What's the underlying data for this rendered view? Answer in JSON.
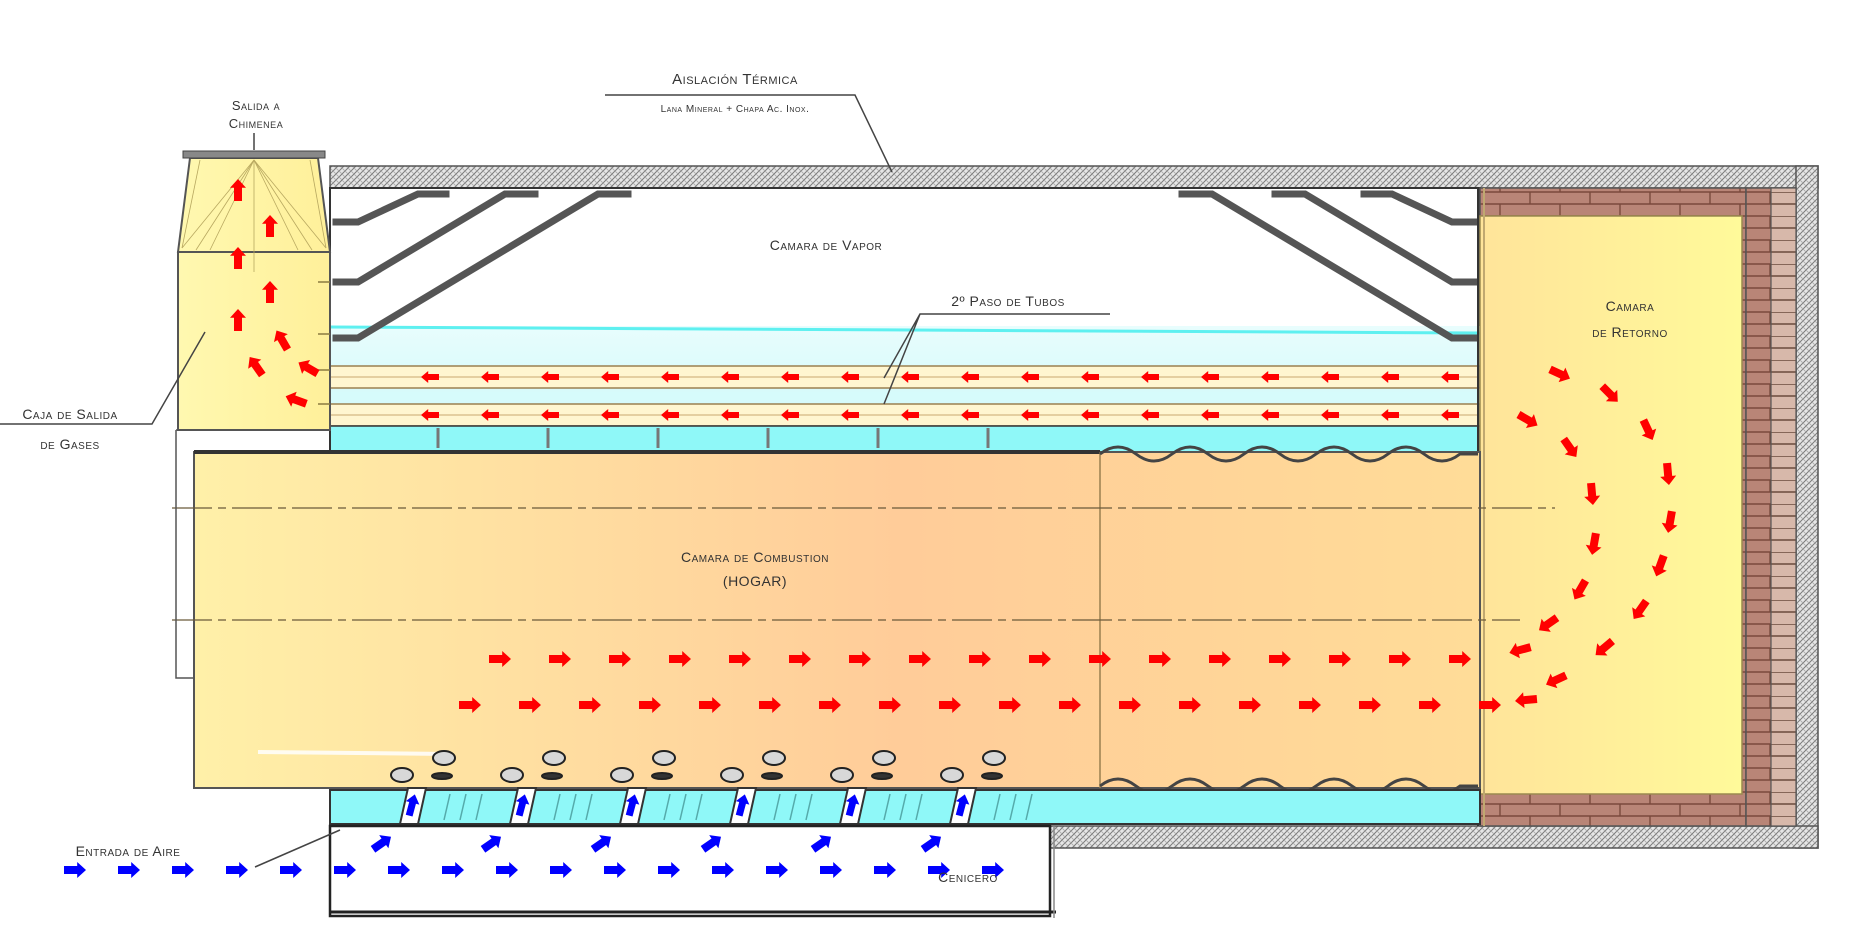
{
  "title": "Caldera humotubular - esquema de flujo de gases",
  "labels": {
    "insulation_title": "Aislación Térmica",
    "insulation_sub": "Lana Mineral + Chapa Ac. Inox.",
    "chimney_line1": "Salida a",
    "chimney_line2": "Chimenea",
    "gas_box_line1": "Caja de Salida",
    "gas_box_line2": "de Gases",
    "steam_chamber": "Camara de Vapor",
    "second_pass": "2º Paso de Tubos",
    "return_line1": "Camara",
    "return_line2": "de Retorno",
    "combustion_line1": "Camara de Combustion",
    "combustion_line2": "(HOGAR)",
    "air_inlet": "Entrada de Aire",
    "ash_pit": "Cenicero"
  },
  "colors": {
    "hot_gas_arrow": "#ff0000",
    "air_arrow": "#0000ff",
    "water": "#8ff8f8",
    "water_light": "#d8fcfc",
    "insulation": "#bdbdbd",
    "brick": "#b98577",
    "brick_light": "#d7b8aa",
    "furnace_start": "#ffe49a",
    "furnace_end": "#ffcc99",
    "gas_box": "#fff3a0",
    "outline": "#333333"
  },
  "flow": {
    "furnace_arrow_rows": 2,
    "tube_pass_rows": 2,
    "air_nozzles": 6
  }
}
